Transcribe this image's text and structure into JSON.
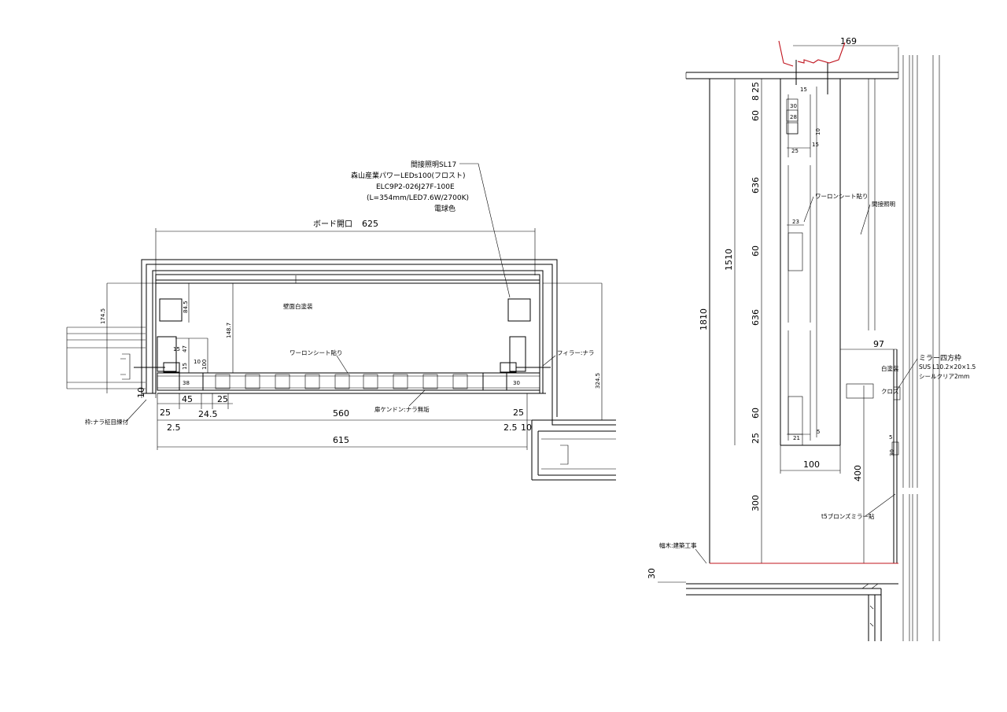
{
  "section_left": {
    "title": "ボード開口",
    "title_dim": "625",
    "callout_lines": [
      "間接照明SL17",
      "森山産業パワーLEDs100(フロスト)",
      "ELC9P2-026J27F-100E",
      "(L=354mm/LED7.6W/2700K)",
      "電球色"
    ],
    "wall_paint": "壁面白塗装",
    "warlon_sheet": "ワーロンシート貼り",
    "filler": "フィラー:ナラ",
    "frame": "枠:ナラ柾目練付",
    "door_edge": "扉ケンドン:ナラ無垢",
    "dims": {
      "d174_5": "174.5",
      "d84_5": "84.5",
      "d148_7": "148.7",
      "d15": "15",
      "d47": "47",
      "d15b": "15",
      "d10": "10",
      "d100": "100",
      "d38": "38",
      "d30": "30",
      "d324_5": "324.5",
      "d10_left": "10",
      "d10_right": "10",
      "d45": "45",
      "d25a": "25",
      "d25b": "25",
      "d24_5": "24.5",
      "d560": "560",
      "d25c": "25",
      "d2_5a": "2.5",
      "d2_5b": "2.5",
      "d615": "615"
    }
  },
  "section_right": {
    "top_dim": "169",
    "warlon_sheet": "ワーロンシート貼り",
    "indirect": "間接照明",
    "mirror_frame": [
      "ミラー四方枠",
      "SUS L10.2×20×1.5",
      "シールクリア2mm"
    ],
    "white_paint": "白塗装",
    "cloth": "クロス",
    "mirror": "t5ブロンズミラー貼",
    "baseboard": "幅木:建築工事",
    "dims": {
      "d25top": "25",
      "d8": "8",
      "d60a": "60",
      "d636a": "636",
      "d60b": "60",
      "d636b": "636",
      "d60c": "60",
      "d25bot": "25",
      "d1510": "1510",
      "d1810": "1810",
      "d300": "300",
      "d30": "30",
      "d400": "400",
      "d100": "100",
      "d97": "97",
      "s15a": "15",
      "s30": "30",
      "s28": "28",
      "s10": "10",
      "s15b": "15",
      "s25": "25",
      "s23": "23",
      "s21": "21",
      "s5a": "5",
      "s5b": "5",
      "s30b": "30"
    }
  }
}
